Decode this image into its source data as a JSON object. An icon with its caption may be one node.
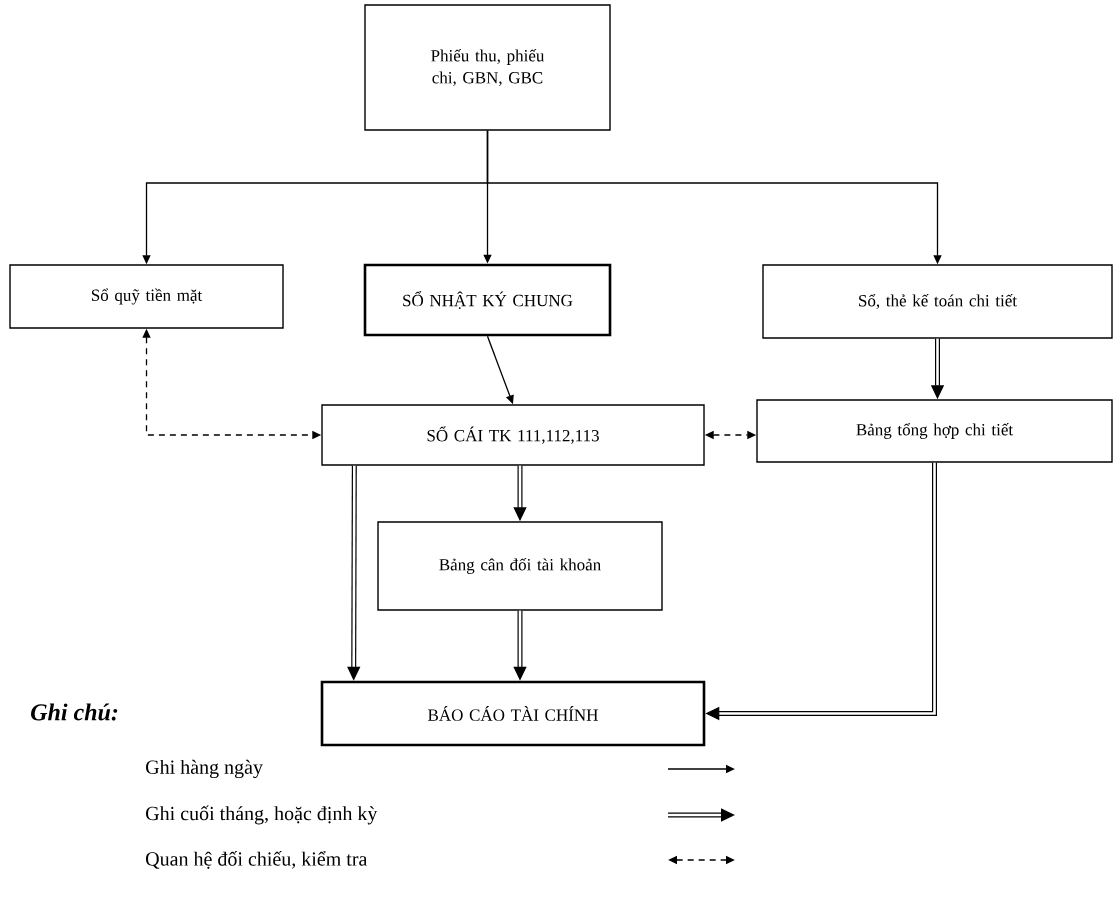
{
  "diagram": {
    "nodes": [
      {
        "text": [
          "Phiếu thu, phiếu chi, GBN, GBC"
        ]
      },
      {
        "text": [
          "Sổ quỹ tiền mặt"
        ]
      },
      {
        "text": [
          "SỔ NHẬT KÝ CHUNG"
        ]
      },
      {
        "text": [
          "Sổ, thẻ kế toán chi tiết"
        ]
      },
      {
        "text": [
          "SỔ CÁI TK 111,112,113"
        ]
      },
      {
        "text": [
          "Bảng tổng hợp chi tiết"
        ]
      },
      {
        "text": [
          "Bảng cân đối tài khoản"
        ]
      },
      {
        "text": [
          "BÁO CÁO TÀI CHÍNH"
        ]
      }
    ],
    "edges": [
      {
        "from": 0,
        "to": 1,
        "arrow": "to"
      },
      {
        "from": 0,
        "to": 2,
        "arrow": "to"
      },
      {
        "from": 0,
        "to": 3,
        "arrow": "to"
      },
      {
        "from": 2,
        "to": 4,
        "arrow": "to"
      },
      {
        "from": 3,
        "to": 5,
        "arrow": "to",
        "style": "thick"
      },
      {
        "from": 1,
        "to": 4,
        "arrow": "both",
        "style": "dashed"
      },
      {
        "from": 4,
        "to": 5,
        "arrow": "both",
        "style": "dashed"
      },
      {
        "from": 4,
        "to": 6,
        "arrow": "to",
        "style": "thick"
      },
      {
        "from": 4,
        "to": 7,
        "arrow": "to",
        "style": "thick"
      },
      {
        "from": 6,
        "to": 7,
        "arrow": "to",
        "style": "thick"
      },
      {
        "from": 5,
        "to": 7,
        "arrow": "to",
        "style": "thick"
      }
    ],
    "labels": [
      "Ghi chú:"
    ],
    "legend": [
      {
        "text": "Ghi hàng ngày"
      },
      {
        "text": "Ghi cuối tháng, hoặc định kỳ"
      },
      {
        "text": "Quan hệ đối chiếu, kiểm tra"
      }
    ]
  }
}
